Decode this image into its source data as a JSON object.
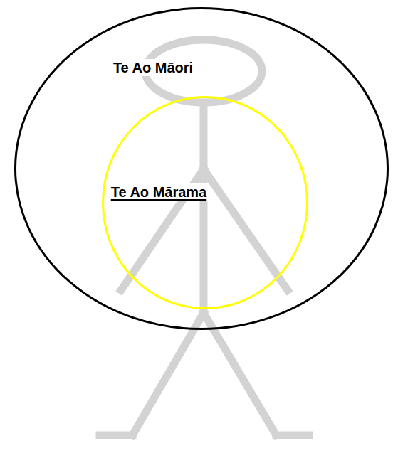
{
  "diagram": {
    "nodes": [
      {
        "text": [
          "Te Ao Māori"
        ]
      },
      {
        "text": [
          "Te Ao Mārama"
        ],
        "in": 0
      }
    ]
  }
}
